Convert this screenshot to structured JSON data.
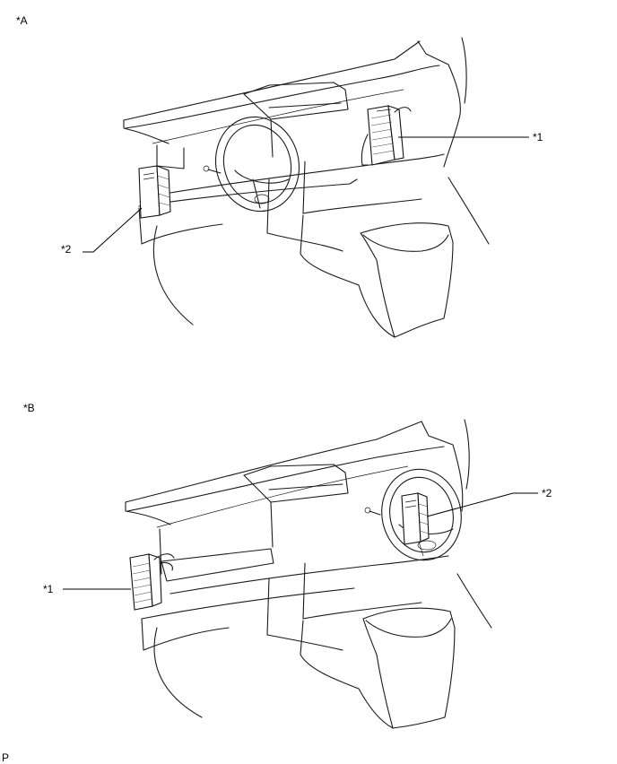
{
  "panel_a": {
    "label": "*A",
    "callout_1": "*1",
    "callout_2": "*2"
  },
  "panel_b": {
    "label": "*B",
    "callout_1": "*1",
    "callout_2": "*2"
  },
  "footer": {
    "code": "P"
  }
}
